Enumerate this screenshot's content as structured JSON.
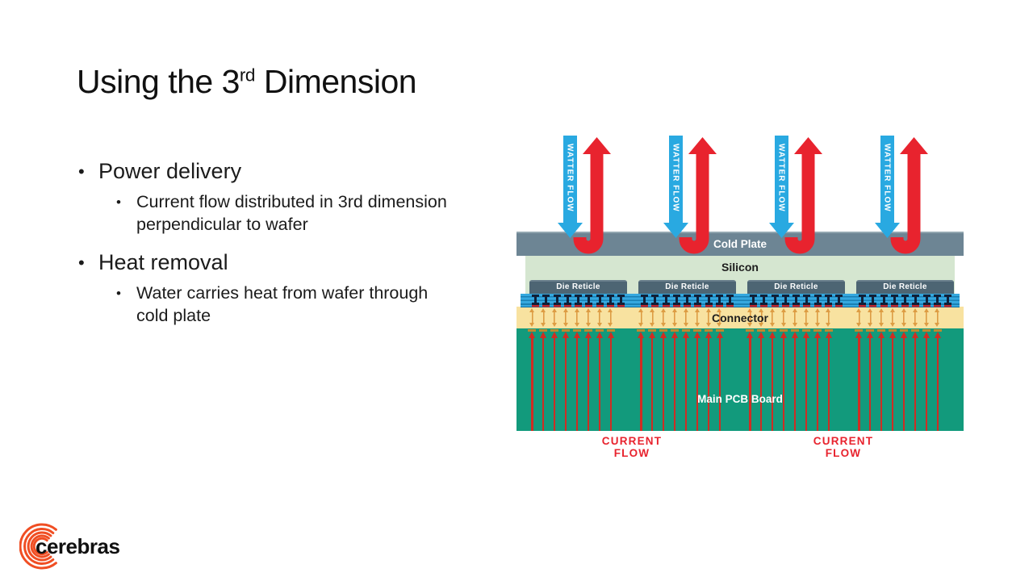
{
  "slide": {
    "title": {
      "prefix": "Using the 3",
      "sup": "rd",
      "suffix": " Dimension"
    },
    "bullets": [
      {
        "text": "Power delivery",
        "sub_lines": [
          "Current flow distributed in 3rd dimension",
          "perpendicular to wafer"
        ]
      },
      {
        "text": "Heat removal",
        "sub_lines": [
          "Water carries heat from wafer through",
          "cold plate"
        ]
      }
    ]
  },
  "diagram": {
    "water_flow_label": "WATTER FLOW",
    "current_flow_label": "CURRENT FLOW",
    "layers": {
      "cold_plate": "Cold Plate",
      "silicon": "Silicon",
      "die_reticle": "Die Reticle",
      "connector": "Connector",
      "pcb": "Main PCB Board"
    },
    "counts": {
      "water_flow_arrow_pairs": 4,
      "die_reticles": 4,
      "bumps_per_die": 9,
      "connector_pins_per_die": 8,
      "current_flow_lines_per_die": 8
    },
    "colors": {
      "water_blue": "#29a9e1",
      "arrow_red": "#e8232e",
      "cold_plate": "#6d8594",
      "silicon": "#d5e6d0",
      "die_reticle": "#4d6573",
      "bump_band": "#2ba0d9",
      "bump": "#102038",
      "connector": "#f8e2a0",
      "connector_pin": "#dd9c43",
      "pcb": "#129a7c",
      "current_line": "#cf2d23",
      "pad": "#bb8a2e",
      "current_label": "#e8232e"
    }
  },
  "footer": {
    "brand": "cerebras",
    "brand_color": "#f04e23"
  }
}
